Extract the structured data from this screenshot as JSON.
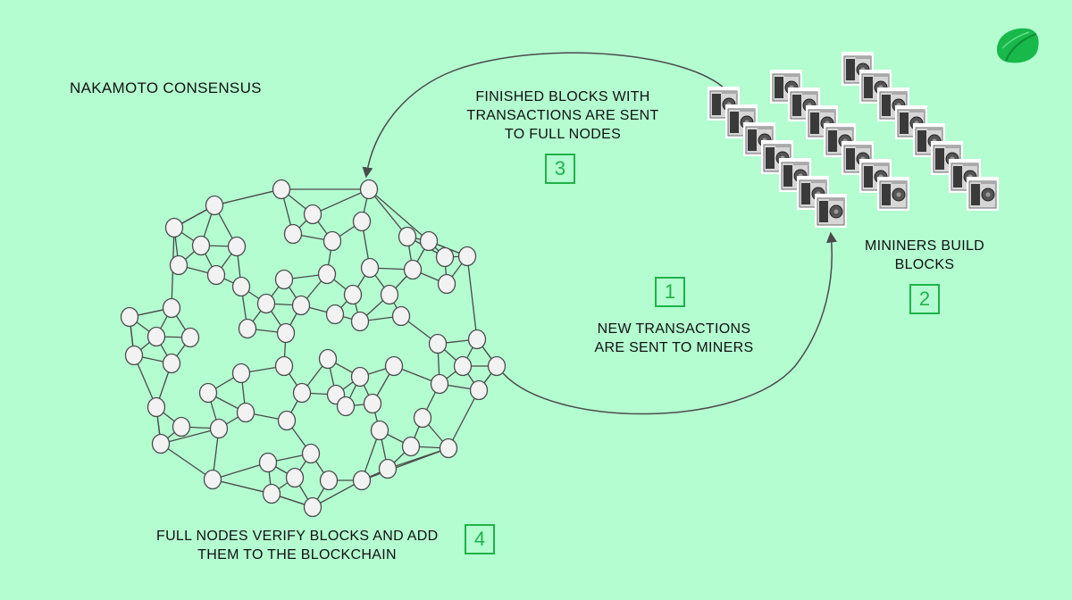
{
  "title": "NAKAMOTO CONSENSUS",
  "steps": {
    "step1": {
      "number": "1",
      "caption": [
        "NEW TRANSACTIONS",
        "ARE SENT TO MINERS"
      ]
    },
    "step2": {
      "number": "2",
      "caption": [
        "MININERS BUILD",
        "BLOCKS"
      ]
    },
    "step3": {
      "number": "3",
      "caption": [
        "FINISHED BLOCKS WITH",
        "TRANSACTIONS ARE SENT",
        "TO FULL NODES"
      ]
    },
    "step4": {
      "number": "4",
      "caption": [
        "FULL NODES VERIFY BLOCKS AND ADD",
        "THEM TO THE BLOCKCHAIN"
      ]
    }
  },
  "colors": {
    "background": "#b4fdd1",
    "accent": "#1fb24a",
    "node_fill": "#f2f2f2",
    "edge": "#4a4a4a"
  },
  "icons": {
    "logo": "green-leaf-logo-icon",
    "miner": "asic-miner-icon",
    "node": "network-node-icon"
  }
}
